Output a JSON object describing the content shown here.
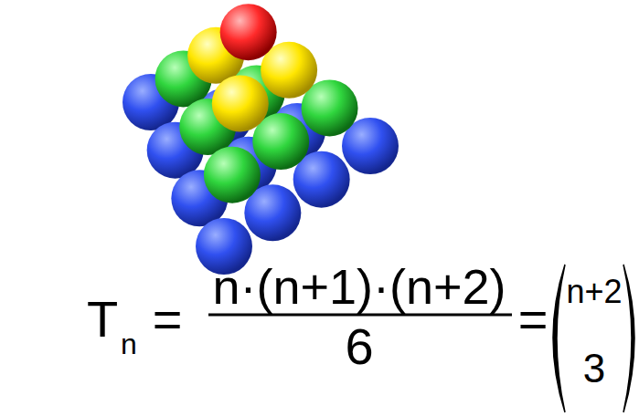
{
  "diagram": {
    "labels": [
      "T",
      "n",
      "=",
      "n·(n+1)·(n+2)",
      "6",
      "=",
      "n+2",
      "3"
    ]
  }
}
